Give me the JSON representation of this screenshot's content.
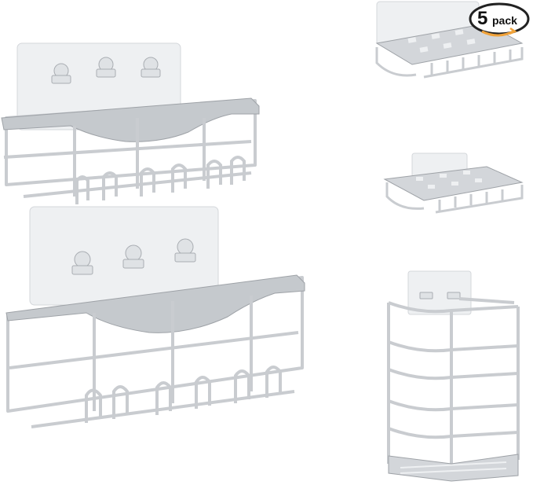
{
  "badge": {
    "count": "5",
    "word": "pack",
    "accent_color": "#f0a23a"
  },
  "products": [
    {
      "kind": "large-shower-caddy",
      "position": "top-left"
    },
    {
      "kind": "large-shower-caddy",
      "position": "bottom-left"
    },
    {
      "kind": "soap-dish",
      "position": "top-right"
    },
    {
      "kind": "soap-dish",
      "position": "middle-right"
    },
    {
      "kind": "toothbrush-holder",
      "position": "bottom-right"
    }
  ],
  "colors": {
    "metal": "#c9ccd0",
    "metal_dark": "#9ea2a7",
    "plate": "#eef0f2",
    "plate_edge": "#d4d7db"
  }
}
